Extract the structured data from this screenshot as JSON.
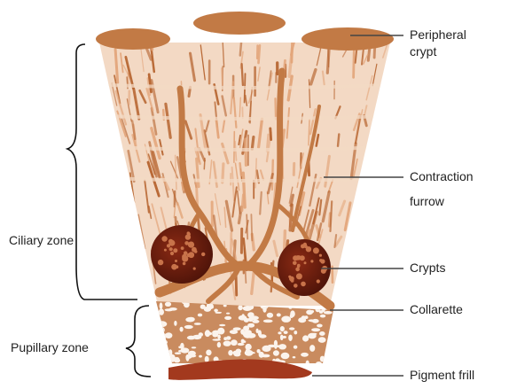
{
  "labels": {
    "peripheral_crypt": [
      "Peripheral",
      "crypt"
    ],
    "contraction_furrow": [
      "Contraction",
      "furrow"
    ],
    "crypts": "Crypts",
    "collarette": "Collarette",
    "pigment_frill": "Pigment frill",
    "ciliary_zone": "Ciliary zone",
    "pupillary_zone": "Pupillary zone"
  },
  "colors": {
    "stroma_light": "#f3d9c4",
    "stroma_mid": "#e3a57a",
    "stroma_dark": "#b6632e",
    "vessel": "#c27a45",
    "crypt_dark": "#6a1e10",
    "crypt_spot": "#c8734a",
    "collarette_bg": "#c98b5f",
    "pupillary_spot": "#fbf3ec",
    "pigment_frill": "#a3391e",
    "leader_line": "#444444",
    "bracket": "#111111"
  }
}
